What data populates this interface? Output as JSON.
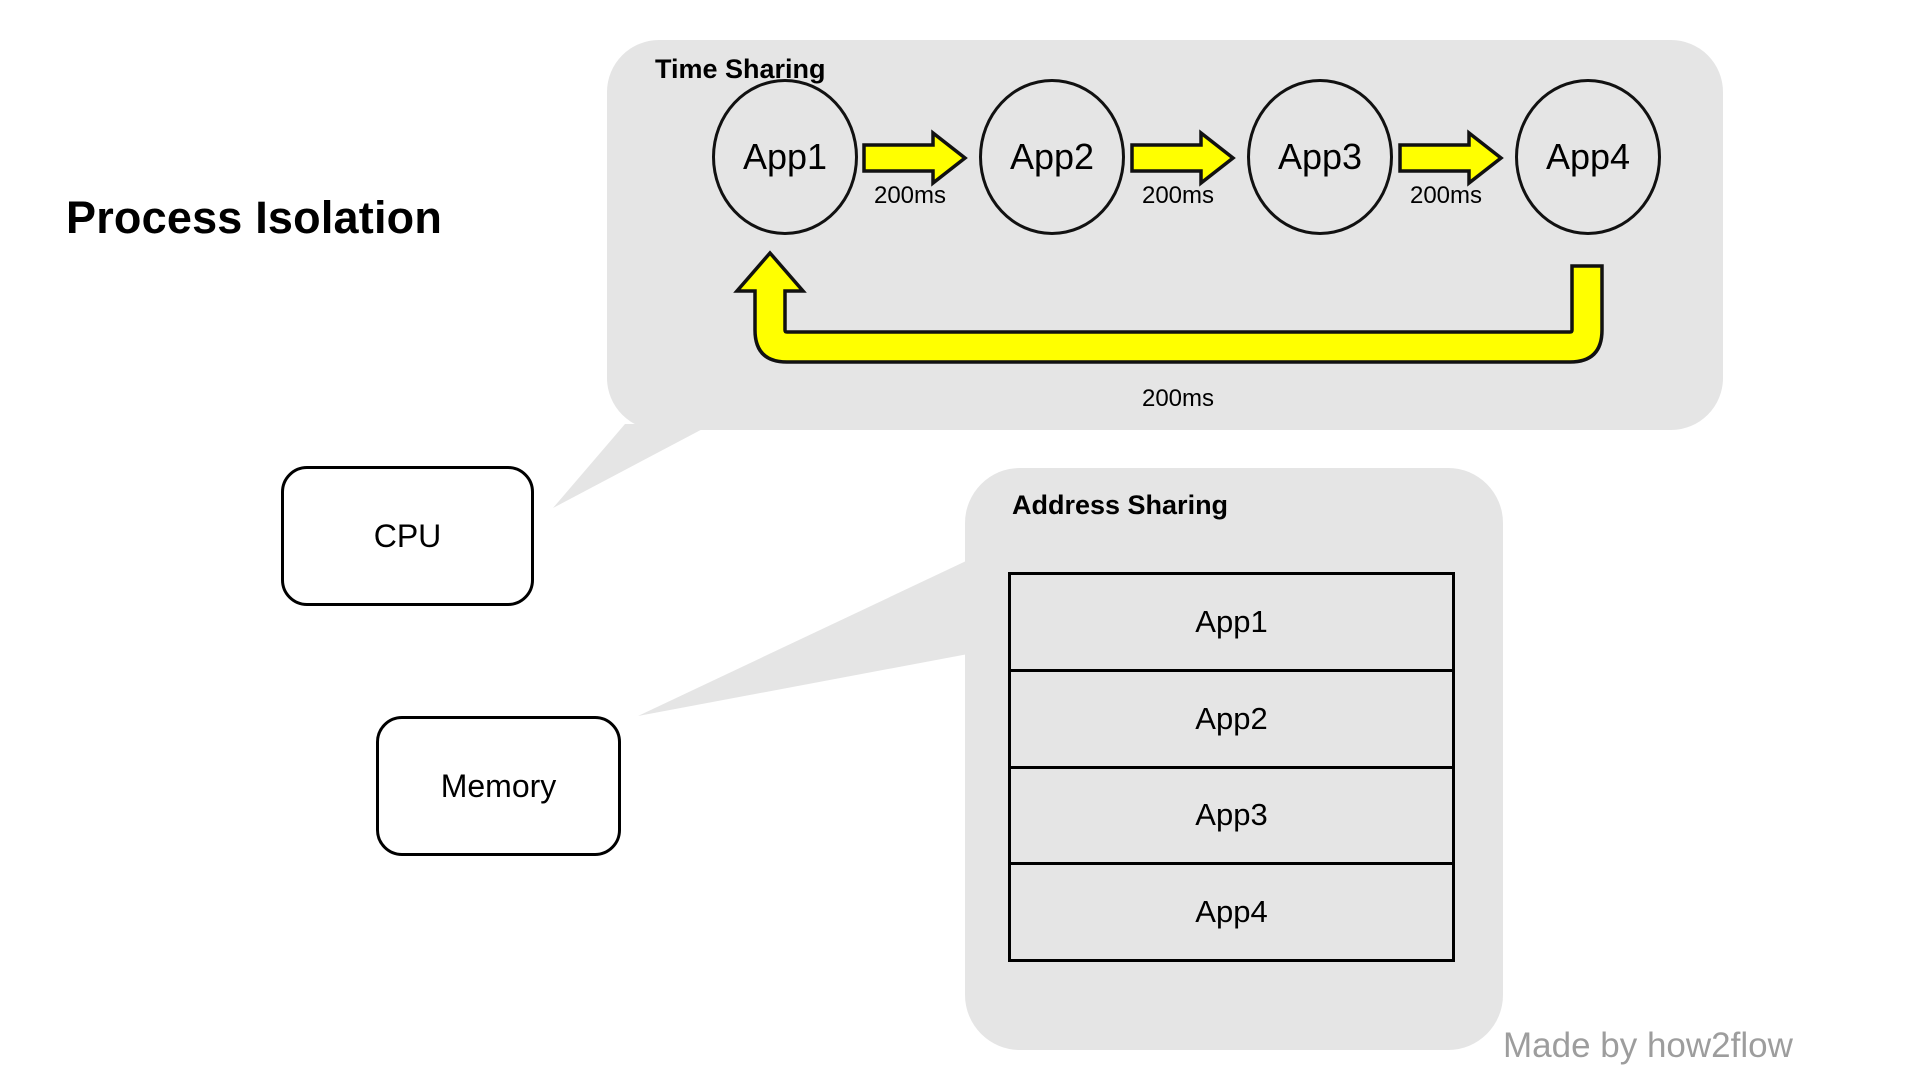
{
  "page": {
    "title": "Process Isolation",
    "background_color": "#ffffff",
    "watermark": "Made by how2flow"
  },
  "colors": {
    "panel_gray": "#e5e5e5",
    "arrow_yellow": "#ffff00",
    "arrow_outline": "#000000",
    "box_border": "#000000",
    "watermark_gray": "#9d9d9d"
  },
  "resources": [
    {
      "id": "cpu",
      "label": "CPU"
    },
    {
      "id": "memory",
      "label": "Memory"
    }
  ],
  "time_sharing": {
    "title": "Time Sharing",
    "nodes": [
      {
        "label": "App1"
      },
      {
        "label": "App2"
      },
      {
        "label": "App3"
      },
      {
        "label": "App4"
      }
    ],
    "transitions": [
      {
        "from": "App1",
        "to": "App2",
        "label": "200ms"
      },
      {
        "from": "App2",
        "to": "App3",
        "label": "200ms"
      },
      {
        "from": "App3",
        "to": "App4",
        "label": "200ms"
      }
    ],
    "loop_back": {
      "from": "App4",
      "to": "App1",
      "label": "200ms"
    }
  },
  "address_sharing": {
    "title": "Address Sharing",
    "rows": [
      {
        "label": "App1"
      },
      {
        "label": "App2"
      },
      {
        "label": "App3"
      },
      {
        "label": "App4"
      }
    ]
  }
}
